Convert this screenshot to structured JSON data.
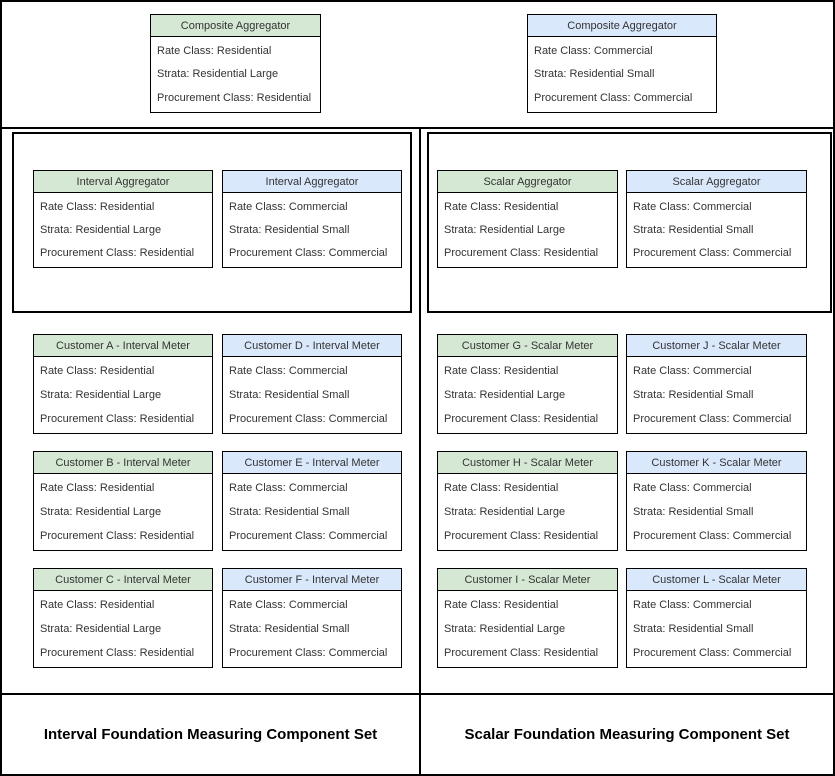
{
  "colors": {
    "green_header": "#d5e8d4",
    "blue_header": "#dae8fc",
    "border": "#000000",
    "text": "#333333"
  },
  "composite_aggregators": [
    {
      "title": "Composite Aggregator",
      "color": "green",
      "lines": [
        "Rate Class: Residential",
        "Strata: Residential Large",
        "Procurement Class: Residential"
      ]
    },
    {
      "title": "Composite Aggregator",
      "color": "blue",
      "lines": [
        "Rate Class: Commercial",
        "Strata: Residential Small",
        "Procurement Class: Commercial"
      ]
    }
  ],
  "lanes": [
    {
      "label": "Interval Foundation Measuring Component Set",
      "aggregators": [
        {
          "title": "Interval Aggregator",
          "color": "green",
          "lines": [
            "Rate Class: Residential",
            "Strata: Residential Large",
            "Procurement Class: Residential"
          ]
        },
        {
          "title": "Interval Aggregator",
          "color": "blue",
          "lines": [
            "Rate Class: Commercial",
            "Strata: Residential Small",
            "Procurement Class: Commercial"
          ]
        }
      ],
      "meters": [
        [
          {
            "title": "Customer A - Interval Meter",
            "color": "green",
            "lines": [
              "Rate Class: Residential",
              "Strata: Residential Large",
              "Procurement Class: Residential"
            ]
          },
          {
            "title": "Customer D - Interval Meter",
            "color": "blue",
            "lines": [
              "Rate Class: Commercial",
              "Strata: Residential Small",
              "Procurement Class: Commercial"
            ]
          }
        ],
        [
          {
            "title": "Customer B - Interval Meter",
            "color": "green",
            "lines": [
              "Rate Class: Residential",
              "Strata: Residential Large",
              "Procurement Class: Residential"
            ]
          },
          {
            "title": "Customer E - Interval Meter",
            "color": "blue",
            "lines": [
              "Rate Class: Commercial",
              "Strata: Residential Small",
              "Procurement Class: Commercial"
            ]
          }
        ],
        [
          {
            "title": "Customer C - Interval Meter",
            "color": "green",
            "lines": [
              "Rate Class: Residential",
              "Strata: Residential Large",
              "Procurement Class: Residential"
            ]
          },
          {
            "title": "Customer F - Interval Meter",
            "color": "blue",
            "lines": [
              "Rate Class: Commercial",
              "Strata: Residential Small",
              "Procurement Class: Commercial"
            ]
          }
        ]
      ]
    },
    {
      "label": "Scalar Foundation Measuring Component Set",
      "aggregators": [
        {
          "title": "Scalar Aggregator",
          "color": "green",
          "lines": [
            "Rate Class: Residential",
            "Strata: Residential Large",
            "Procurement Class: Residential"
          ]
        },
        {
          "title": "Scalar Aggregator",
          "color": "blue",
          "lines": [
            "Rate Class: Commercial",
            "Strata: Residential Small",
            "Procurement Class: Commercial"
          ]
        }
      ],
      "meters": [
        [
          {
            "title": "Customer G - Scalar Meter",
            "color": "green",
            "lines": [
              "Rate Class: Residential",
              "Strata: Residential Large",
              "Procurement Class: Residential"
            ]
          },
          {
            "title": "Customer J - Scalar Meter",
            "color": "blue",
            "lines": [
              "Rate Class: Commercial",
              "Strata: Residential Small",
              "Procurement Class: Commercial"
            ]
          }
        ],
        [
          {
            "title": "Customer H - Scalar Meter",
            "color": "green",
            "lines": [
              "Rate Class: Residential",
              "Strata: Residential Large",
              "Procurement Class: Residential"
            ]
          },
          {
            "title": "Customer K - Scalar Meter",
            "color": "blue",
            "lines": [
              "Rate Class: Commercial",
              "Strata: Residential Small",
              "Procurement Class: Commercial"
            ]
          }
        ],
        [
          {
            "title": "Customer I - Scalar Meter",
            "color": "green",
            "lines": [
              "Rate Class: Residential",
              "Strata: Residential Large",
              "Procurement Class: Residential"
            ]
          },
          {
            "title": "Customer L - Scalar Meter",
            "color": "blue",
            "lines": [
              "Rate Class: Commercial",
              "Strata: Residential Small",
              "Procurement Class: Commercial"
            ]
          }
        ]
      ]
    }
  ]
}
